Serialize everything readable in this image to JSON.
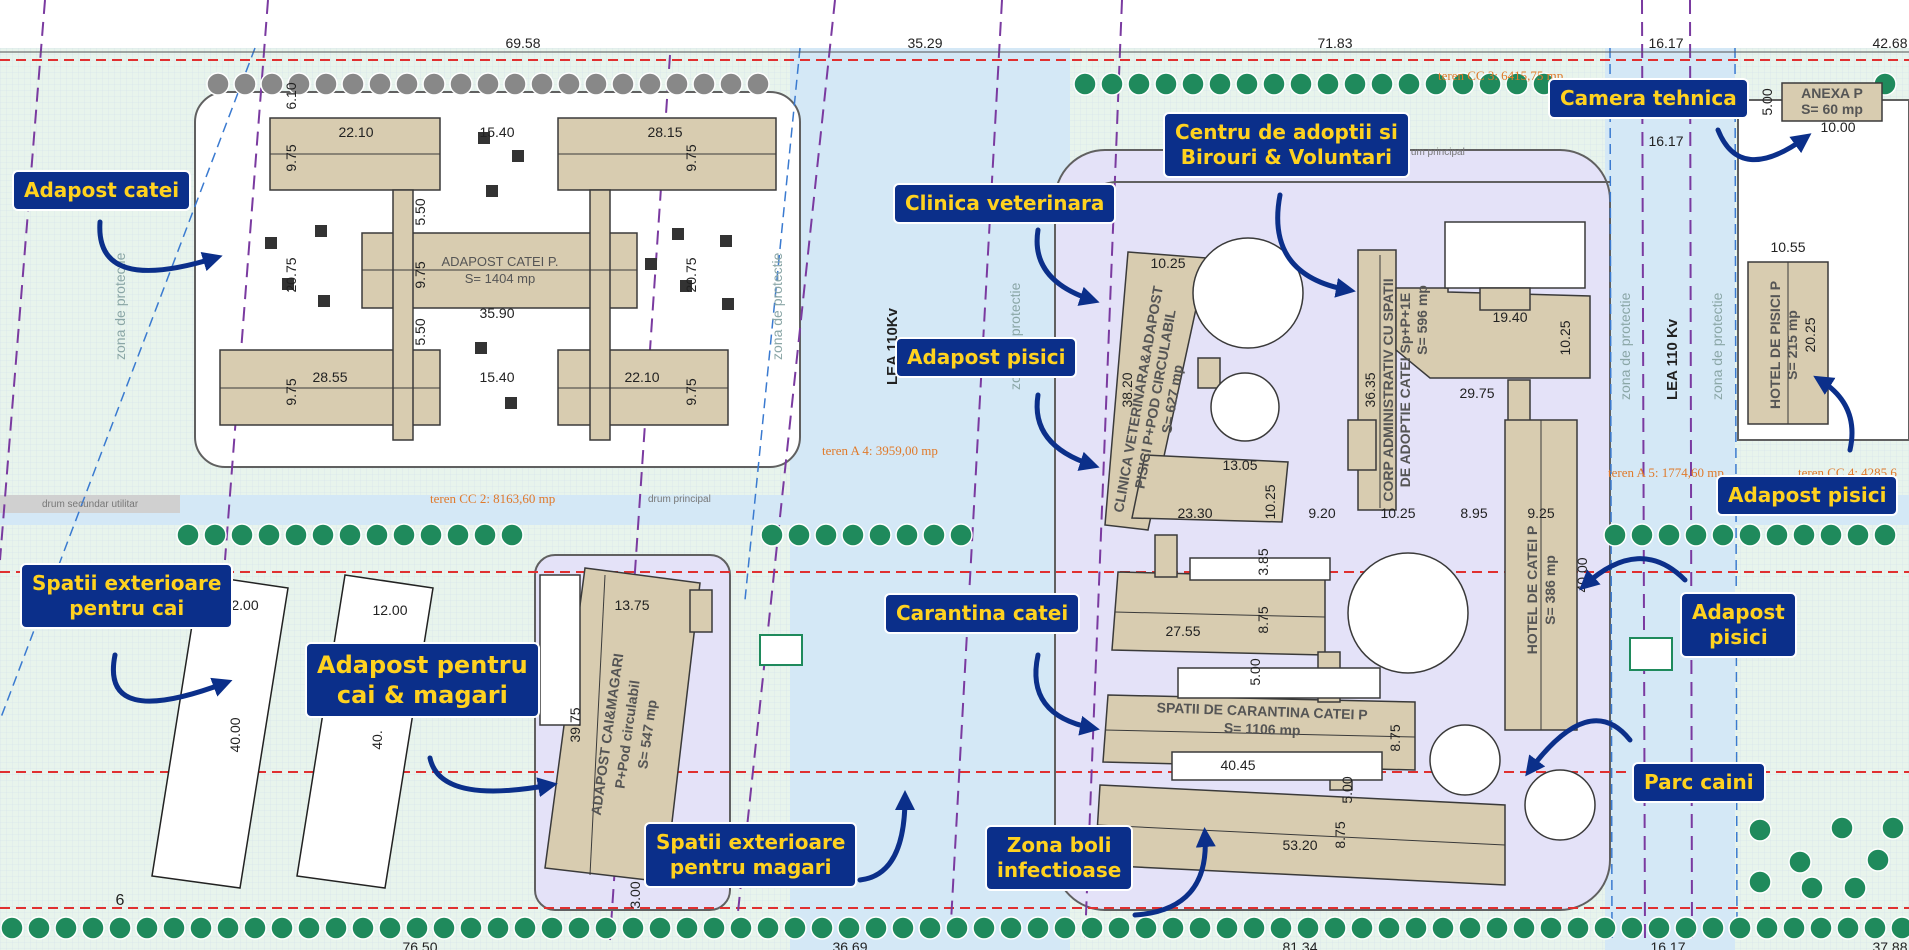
{
  "callouts": {
    "adapost_catei": "Adapost catei",
    "camera_tehnica": "Camera tehnica",
    "centru_adoptii": [
      "Centru de adoptii si",
      "Birouri & Voluntari"
    ],
    "clinica": "Clinica veterinara",
    "adapost_pisici_1": "Adapost pisici",
    "adapost_pisici_2": "Adapost pisici",
    "adapost_pisici_3": [
      "Adapost",
      "pisici"
    ],
    "spatii_cai": [
      "Spatii exterioare",
      "pentru cai"
    ],
    "adapost_cai": [
      "Adapost pentru",
      "cai & magari"
    ],
    "carantina": "Carantina catei",
    "parc_caini": "Parc caini",
    "spatii_magari": [
      "Spatii exterioare",
      "pentru magari"
    ],
    "zona_boli": [
      "Zona boli",
      "infectioase"
    ]
  },
  "plan": {
    "top_dims": [
      "69.58",
      "35.29",
      "71.83",
      "16.17",
      "42.68"
    ],
    "bottom_dims": [
      "76.50",
      "36.69",
      "81.34",
      "16.17",
      "37.88"
    ],
    "building_labels": {
      "adapost_catei": [
        "ADAPOST CATEI P.",
        "S= 1404 mp"
      ],
      "clinica": [
        "CLINICA VETERINARA&ADAPOST",
        "PISICI P+POD CIRCULABIL",
        "S= 627 mp"
      ],
      "corp_admin": [
        "CORP ADMINISTRATIV CU SPATII",
        "DE ADOPTIE CATEI Sp+P+1E",
        "S= 596 mp"
      ],
      "hotel_catei": [
        "HOTEL DE CATEI P",
        "S= 386 mp"
      ],
      "hotel_pisici": [
        "HOTEL DE PISICI P",
        "S= 215 mp"
      ],
      "anexa": [
        "ANEXA P",
        "S= 60 mp"
      ],
      "carantina": [
        "SPATII DE CARANTINA CATEI P",
        "S= 1106 mp"
      ],
      "adapost_cai": [
        "ADAPOST CAI&MAGARI",
        "P+Pod circulabil",
        "S= 547 mp"
      ]
    },
    "dims": {
      "d_22_10": "22.10",
      "d_15_40": "15.40",
      "d_28_15": "28.15",
      "d_9_75": "9.75",
      "d_5_50": "5.50",
      "d_20_75": "20.75",
      "d_35_90": "35.90",
      "d_28_55": "28.55",
      "d_6_10": "6.10",
      "d_10_25": "10.25",
      "d_38_20": "38.20",
      "d_13_05": "13.05",
      "d_23_30": "23.30",
      "d_9_20": "9.20",
      "d_36_35": "36.35",
      "d_29_75": "29.75",
      "d_19_40": "19.40",
      "d_8_95": "8.95",
      "d_9_25": "9.25",
      "d_40_00": "40.00",
      "d_10_55": "10.55",
      "d_20_25": "20.25",
      "d_16_17": "16.17",
      "d_5_00": "5.00",
      "d_10_00": "10.00",
      "d_27_55": "27.55",
      "d_8_75": "8.75",
      "d_3_85": "3.85",
      "d_40_45": "40.45",
      "d_53_20": "53.20",
      "d_13_75": "13.75",
      "d_39_75": "39.75",
      "d_12_00": "12.00",
      "d_2_00": "2.00",
      "d_3_00": "3.00",
      "d_40": "40."
    },
    "misc": {
      "lea_1": "LEA 110Kv",
      "lea_2": "LEA 110 Kv",
      "zona_protectie": "zona de protectie",
      "drum_secundar": "drum secundar utilitar",
      "drum_principal": "drum principal",
      "teren_cc2": "teren CC 2: 8163,60 mp",
      "teren_a4": "teren A 4: 3959,00 mp",
      "teren_a5": "teren A 5: 1774,60 mp",
      "teren_cc4": "teren CC 4: 4285,6",
      "teren_cc3": "teren CC 3: 6415,75 mp",
      "d_6": "6"
    }
  },
  "colors": {
    "callout_bg": "#0b2f8a",
    "callout_text": "#ffd21f",
    "building": "#d8ccb0",
    "lot_lilac": "#e4e2f8",
    "lot_blue": "#d4e8f6",
    "lot_green": "#e6f4e6",
    "tree": "#1f8a5c",
    "boundary_red": "#e03030"
  }
}
